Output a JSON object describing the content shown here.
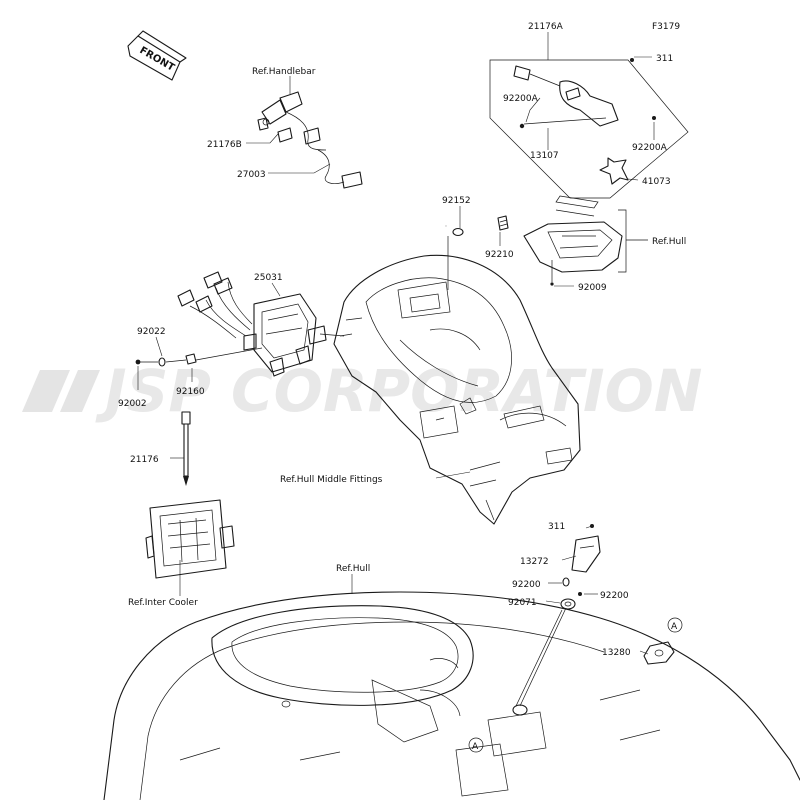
{
  "watermark": "JSP CORPORATION",
  "figure_code": "F3179",
  "direction_tag": "FRONT",
  "circle_marker": "A",
  "labels": {
    "ref_handlebar": "Ref.Handlebar",
    "p21176B": "21176B",
    "p27003": "27003",
    "p21176A": "21176A",
    "p311_top": "311",
    "p92200A_left": "92200A",
    "p13107": "13107",
    "p92200A_right": "92200A",
    "p41073": "41073",
    "p92152": "92152",
    "p92210": "92210",
    "ref_hull_top": "Ref.Hull",
    "p92009": "92009",
    "p25031": "25031",
    "p92022": "92022",
    "p92002": "92002",
    "p92160": "92160",
    "p21176": "21176",
    "ref_hull_middle": "Ref.Hull Middle Fittings",
    "ref_inter_cooler": "Ref.Inter Cooler",
    "ref_hull_bottom": "Ref.Hull",
    "p311_bottom": "311",
    "p13272": "13272",
    "p92200_left": "92200",
    "p92200_right": "92200",
    "p92071": "92071",
    "p13280": "13280"
  }
}
